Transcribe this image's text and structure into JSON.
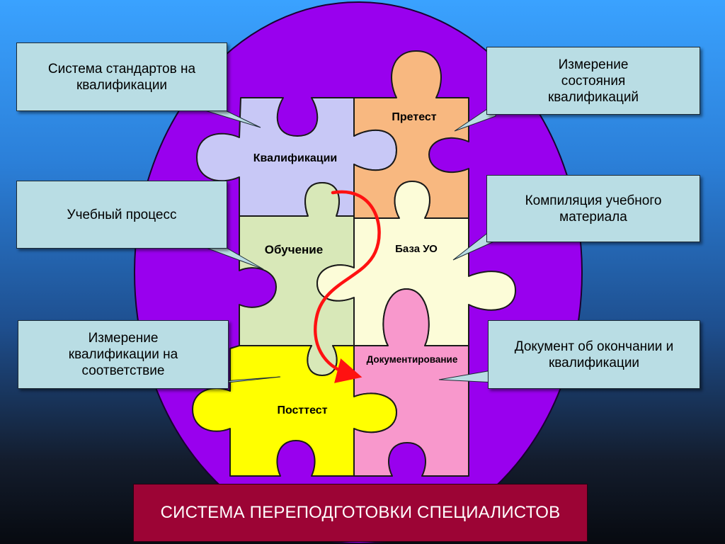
{
  "callouts": {
    "standards": "Система стандартов на квалификации",
    "measure_state": "Измерение состояния квалификаций",
    "learning_process": "Учебный процесс",
    "compilation": "Компиляция учебного материала",
    "measure_compliance": "Измерение квалификации на соответствие",
    "certificate": "Документ об окончании и квалификации"
  },
  "pieces": {
    "qualifications": "Квалификации",
    "pretest": "Претест",
    "training": "Обучение",
    "database": "База УО",
    "documenting": "Документирование",
    "posttest": "Посттест"
  },
  "footer": "СИСТЕМА ПЕРЕПОДГОТОВКИ СПЕЦИАЛИСТОВ",
  "colors": {
    "ellipse": "#9900ee",
    "qualifications": "#c8c8f6",
    "pretest": "#f8b880",
    "training": "#d8e8b8",
    "database": "#fcfcd8",
    "documenting": "#f898cc",
    "posttest": "#ffff00",
    "arrow": "#ff1111",
    "footer": "#9c0435"
  }
}
